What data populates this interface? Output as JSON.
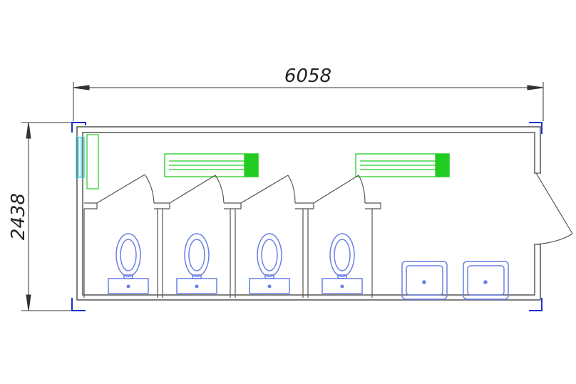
{
  "dimensions": {
    "length": "6058",
    "width": "2438"
  },
  "fixtures": {
    "toilet_count": 4,
    "sink_count": 2,
    "heater_count": 2,
    "toilet_icon": "toilet-icon",
    "sink_icon": "sink-icon",
    "heater_icon": "heater-icon"
  },
  "colors": {
    "wall": "#555555",
    "dimension": "#333333",
    "fixture": "#6a7fe6",
    "heater": "#22cc22",
    "window": "#22cccc",
    "corner": "#1f2fd0"
  }
}
